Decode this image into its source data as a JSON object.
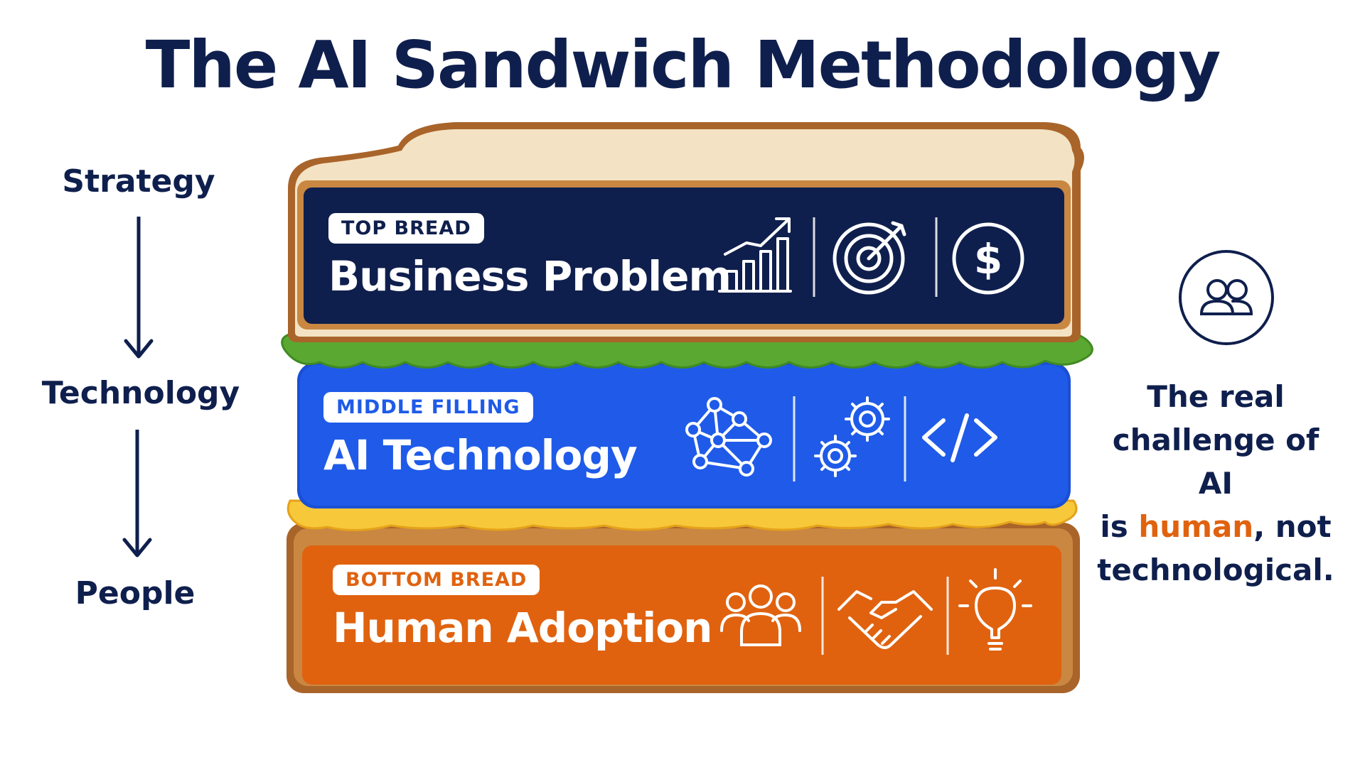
{
  "title": "The AI Sandwich Methodology",
  "flow": {
    "strategy": "Strategy",
    "technology": "Technology",
    "people": "People"
  },
  "layers": {
    "top": {
      "tag": "TOP BREAD",
      "title": "Business Problem",
      "color": "#0f1f4d",
      "icons": [
        "growth-chart-icon",
        "target-icon",
        "dollar-icon"
      ]
    },
    "middle": {
      "tag": "MIDDLE FILLING",
      "title": "AI Technology",
      "color": "#1f5be8",
      "icons": [
        "neural-network-icon",
        "gears-icon",
        "code-icon"
      ]
    },
    "bottom": {
      "tag": "BOTTOM BREAD",
      "title": "Human Adoption",
      "color": "#e0620f",
      "icons": [
        "people-group-icon",
        "handshake-icon",
        "lightbulb-icon"
      ]
    }
  },
  "side_note": {
    "icon": "people-icon",
    "line1": "The real",
    "line2": "challenge of AI",
    "line3_prefix": "is ",
    "line3_highlight": "human",
    "line3_suffix": ", not",
    "line4": "technological.",
    "highlight_color": "#e0620f"
  }
}
